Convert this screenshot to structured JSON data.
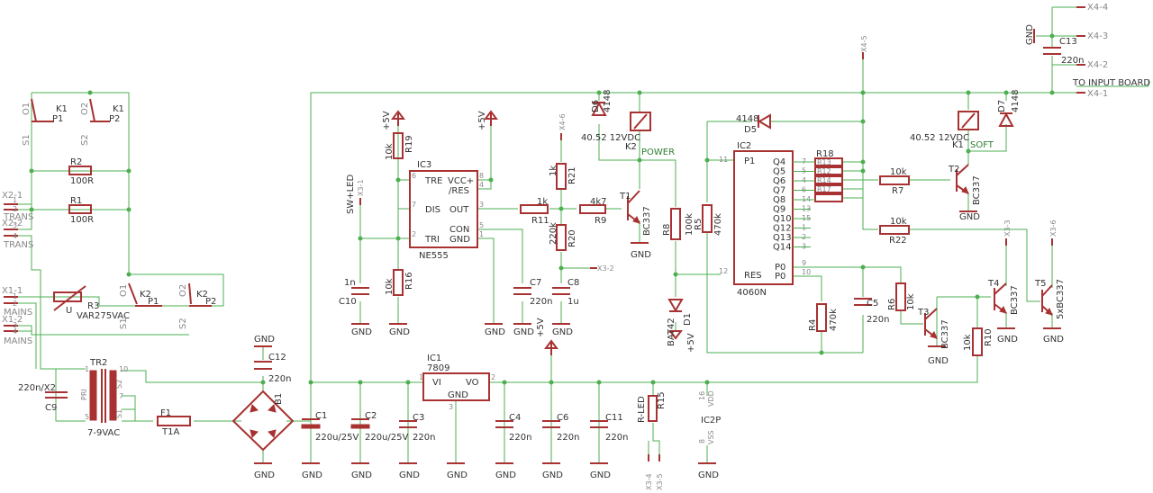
{
  "transformer": {
    "ref": "TR2",
    "value": "7-9VAC",
    "pri": "PRI",
    "s1": "S1",
    "s2": "S2",
    "p1": "1",
    "p5": "5",
    "p10": "10",
    "p7": "7"
  },
  "relay_k1": {
    "ref": "K1",
    "spec": "40.52 12VDC"
  },
  "relay_k2": {
    "ref": "K2",
    "spec": "40.52 12VDC"
  },
  "relay_labels": {
    "o1": "O1",
    "o2": "O2",
    "p1": "P1",
    "p2": "P2",
    "s1": "S1",
    "s2": "S2"
  },
  "nets": {
    "power": "POWER",
    "soft": "SOFT",
    "to_input": "TO INPUT BOARD",
    "gnd": "GND",
    "vcc5": "+5V",
    "mains": "MAINS",
    "trans": "TRANS",
    "sw_led": "SW+LED",
    "r_led": "R-LED",
    "bat": "BAT42"
  },
  "connectors": {
    "x1_1": "X1-1",
    "x1_2": "X1-2",
    "x2_1": "X2-1",
    "x2_2": "X2-2",
    "x3_1": "X3-1",
    "x3_2": "X3-2",
    "x3_3": "X3-3",
    "x3_4": "X3-4",
    "x3_5": "X3-5",
    "x3_6": "X3-6",
    "x4_1": "X4-1",
    "x4_2": "X4-2",
    "x4_3": "X4-3",
    "x4_4": "X4-4",
    "x4_5": "X4-5",
    "x4_6": "X4-6"
  },
  "resistors": {
    "r1": {
      "ref": "R1",
      "value": "100R"
    },
    "r2": {
      "ref": "R2",
      "value": "100R"
    },
    "r3": {
      "ref": "R3",
      "value": "VAR275VAC"
    },
    "r4": {
      "ref": "R4",
      "value": "470k"
    },
    "r5": {
      "ref": "R5",
      "value": "470k"
    },
    "r6": {
      "ref": "R6",
      "value": "10k"
    },
    "r7": {
      "ref": "R7",
      "value": "10k"
    },
    "r8": {
      "ref": "R8",
      "value": "100k"
    },
    "r9": {
      "ref": "R9",
      "value": "4k7"
    },
    "r10": {
      "ref": "R10",
      "value": "10k"
    },
    "r11": {
      "ref": "R11",
      "value": "1k"
    },
    "r15": {
      "ref": "R15"
    },
    "r16": {
      "ref": "R16",
      "value": "10k"
    },
    "r17": {
      "ref": "R17"
    },
    "r18": {
      "ref": "R18"
    },
    "r19": {
      "ref": "R19",
      "value": "10k"
    },
    "r20": {
      "ref": "R20",
      "value": "220k"
    },
    "r21": {
      "ref": "R21",
      "value": "1k"
    },
    "r22": {
      "ref": "R22",
      "value": "10k"
    },
    "r12": {
      "ref": "R12"
    },
    "r13": {
      "ref": "R13"
    },
    "r14": {
      "ref": "R14"
    }
  },
  "capacitors": {
    "c1": {
      "ref": "C1",
      "value": "220u/25V"
    },
    "c2": {
      "ref": "C2",
      "value": "220u/25V"
    },
    "c3": {
      "ref": "C3",
      "value": "220n"
    },
    "c4": {
      "ref": "C4",
      "value": "220n"
    },
    "c5": {
      "ref": "C5",
      "value": "220n"
    },
    "c6": {
      "ref": "C6",
      "value": "220n"
    },
    "c7": {
      "ref": "C7",
      "value": "220n"
    },
    "c8": {
      "ref": "C8",
      "value": "1u"
    },
    "c9": {
      "ref": "C9",
      "value": "220n/X2"
    },
    "c10": {
      "ref": "C10",
      "value": "1n"
    },
    "c11": {
      "ref": "C11",
      "value": "220n"
    },
    "c12": {
      "ref": "C12",
      "value": "220n"
    },
    "c13": {
      "ref": "C13",
      "value": "220n"
    }
  },
  "diodes": {
    "d1": "D1",
    "d5": "D5",
    "d6": "D6",
    "d7": "D7",
    "dtype": "4148",
    "b1": "B1"
  },
  "transistors": {
    "t1": "T1",
    "t2": "T2",
    "t3": "T3",
    "t4": "T4",
    "t5": "T5",
    "type": "BC337",
    "type5": "5xBC337"
  },
  "fuse": {
    "ref": "F1",
    "value": "T1A"
  },
  "ic1": {
    "ref": "IC1",
    "part": "7809",
    "vi": "VI",
    "vo": "VO",
    "gnd": "GND",
    "p1": "1",
    "p2": "2",
    "p3": "3"
  },
  "ic3": {
    "ref": "IC3",
    "part": "NE555",
    "tre": "TRE",
    "vcc": "VCC+",
    "res": "/RES",
    "dis": "DIS",
    "out": "OUT",
    "con": "CON",
    "tri": "TRI",
    "gnd": "GND",
    "pins": [
      "6",
      "8",
      "4",
      "7",
      "3",
      "5",
      "2",
      "1"
    ]
  },
  "ic2": {
    "ref": "IC2",
    "part": "4060N",
    "p1": "P1",
    "res": "RES",
    "p0": "P0",
    "p0n": "P0",
    "outs": [
      "Q4",
      "Q5",
      "Q6",
      "Q7",
      "Q8",
      "Q9",
      "Q10",
      "Q12",
      "Q13",
      "Q14"
    ],
    "outpins": [
      "7",
      "5",
      "4",
      "6",
      "14",
      "13",
      "15",
      "1",
      "2",
      "3"
    ],
    "pin11": "11",
    "pin12": "12",
    "pin9": "9",
    "pin10": "10"
  },
  "ic2p": {
    "ref": "IC2P",
    "vdd": "VDD",
    "vss": "VSS",
    "p16": "16",
    "p8": "8"
  },
  "pinnums": {
    "one": "1",
    "two": "2",
    "three": "3",
    "four": "4"
  },
  "misc": {
    "u": "U"
  }
}
